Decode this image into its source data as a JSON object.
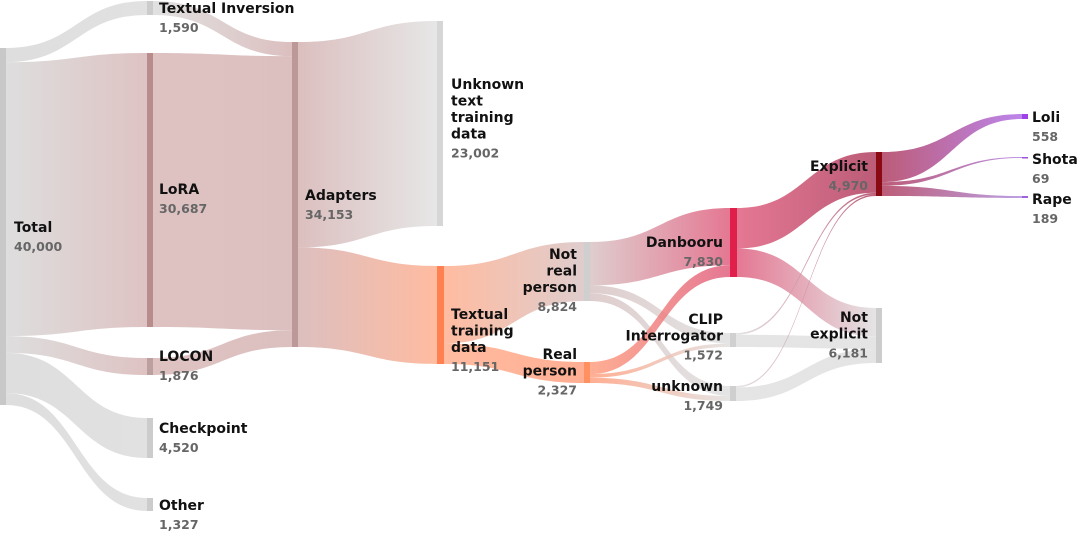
{
  "chart_data": {
    "type": "sankey",
    "nodes": [
      {
        "id": "total",
        "label_lines": [
          "Total"
        ],
        "value": "40,000",
        "color": "#c8c8c8"
      },
      {
        "id": "ti",
        "label_lines": [
          "Textual Inversion"
        ],
        "value": "1,590",
        "color": "#cccccc"
      },
      {
        "id": "lora",
        "label_lines": [
          "LoRA"
        ],
        "value": "30,687",
        "color": "#b98c8c"
      },
      {
        "id": "locon",
        "label_lines": [
          "LOCON"
        ],
        "value": "1,876",
        "color": "#bca0a0"
      },
      {
        "id": "checkpoint",
        "label_lines": [
          "Checkpoint"
        ],
        "value": "4,520",
        "color": "#cccccc"
      },
      {
        "id": "other",
        "label_lines": [
          "Other"
        ],
        "value": "1,327",
        "color": "#cccccc"
      },
      {
        "id": "adapters",
        "label_lines": [
          "Adapters"
        ],
        "value": "34,153",
        "color": "#bd9898"
      },
      {
        "id": "unknown_text",
        "label_lines": [
          "Unknown",
          "text",
          "training",
          "data"
        ],
        "value": "23,002",
        "color": "#d6d6d6"
      },
      {
        "id": "textual",
        "label_lines": [
          "Textual",
          "training",
          "data"
        ],
        "value": "11,151",
        "color": "#ff8050"
      },
      {
        "id": "notreal",
        "label_lines": [
          "Not",
          "real",
          "person"
        ],
        "value": "8,824",
        "color": "#cfcfcf"
      },
      {
        "id": "real",
        "label_lines": [
          "Real",
          "person"
        ],
        "value": "2,327",
        "color": "#ff9060"
      },
      {
        "id": "danbooru",
        "label_lines": [
          "Danbooru"
        ],
        "value": "7,830",
        "color": "#e0204a"
      },
      {
        "id": "clip",
        "label_lines": [
          "CLIP",
          "Interrogator"
        ],
        "value": "1,572",
        "color": "#d0d0d0"
      },
      {
        "id": "unknown",
        "label_lines": [
          "unknown"
        ],
        "value": "1,749",
        "color": "#cfcfcf"
      },
      {
        "id": "explicit",
        "label_lines": [
          "Explicit"
        ],
        "value": "4,970",
        "color": "#8a0a14"
      },
      {
        "id": "notexplicit",
        "label_lines": [
          "Not",
          "explicit"
        ],
        "value": "6,181",
        "color": "#cccccc"
      },
      {
        "id": "loli",
        "label_lines": [
          "Loli"
        ],
        "value": "558",
        "color": "#a040e8"
      },
      {
        "id": "shota",
        "label_lines": [
          "Shota"
        ],
        "value": "69",
        "color": "#a050e0"
      },
      {
        "id": "rape",
        "label_lines": [
          "Rape"
        ],
        "value": "189",
        "color": "#a060e0"
      }
    ],
    "links": [
      {
        "source": "total",
        "target": "ti",
        "value": 1590
      },
      {
        "source": "total",
        "target": "lora",
        "value": 30687
      },
      {
        "source": "total",
        "target": "locon",
        "value": 1876
      },
      {
        "source": "total",
        "target": "checkpoint",
        "value": 4520
      },
      {
        "source": "total",
        "target": "other",
        "value": 1327
      },
      {
        "source": "ti",
        "target": "adapters",
        "value": 1590
      },
      {
        "source": "lora",
        "target": "adapters",
        "value": 30687
      },
      {
        "source": "locon",
        "target": "adapters",
        "value": 1876
      },
      {
        "source": "adapters",
        "target": "unknown_text",
        "value": 23002
      },
      {
        "source": "adapters",
        "target": "textual",
        "value": 11151
      },
      {
        "source": "textual",
        "target": "notreal",
        "value": 8824
      },
      {
        "source": "textual",
        "target": "real",
        "value": 2327
      },
      {
        "source": "notreal",
        "target": "danbooru",
        "value": 6490
      },
      {
        "source": "notreal",
        "target": "clip",
        "value": 1172
      },
      {
        "source": "notreal",
        "target": "unknown",
        "value": 1162
      },
      {
        "source": "real",
        "target": "danbooru",
        "value": 1340
      },
      {
        "source": "real",
        "target": "clip",
        "value": 400
      },
      {
        "source": "real",
        "target": "unknown",
        "value": 587
      },
      {
        "source": "danbooru",
        "target": "explicit",
        "value": 4600
      },
      {
        "source": "danbooru",
        "target": "notexplicit",
        "value": 3230
      },
      {
        "source": "clip",
        "target": "explicit",
        "value": 200
      },
      {
        "source": "clip",
        "target": "notexplicit",
        "value": 1372
      },
      {
        "source": "unknown",
        "target": "explicit",
        "value": 170
      },
      {
        "source": "unknown",
        "target": "notexplicit",
        "value": 1579
      },
      {
        "source": "explicit",
        "target": "loli",
        "value": 558
      },
      {
        "source": "explicit",
        "target": "shota",
        "value": 69
      },
      {
        "source": "explicit",
        "target": "rape",
        "value": 189
      }
    ]
  }
}
